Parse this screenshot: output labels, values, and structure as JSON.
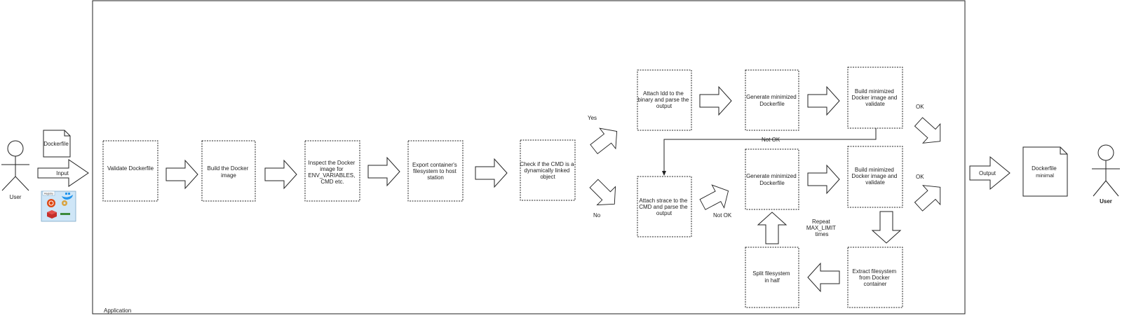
{
  "container": {
    "label": "Application"
  },
  "actors": {
    "left": {
      "label": "User"
    },
    "right": {
      "label": "User"
    }
  },
  "documents": {
    "input_doc": {
      "label": "Dockerfile"
    },
    "output_doc": {
      "lines": [
        "Dockerfile",
        "minimal"
      ]
    }
  },
  "arrow_labels": {
    "input": "Input",
    "output": "Output"
  },
  "images_panel": {
    "caption": "Registry"
  },
  "steps": {
    "validate": {
      "lines": [
        "Validate Dockerfile"
      ]
    },
    "build": {
      "lines": [
        "Build the Docker",
        "image"
      ]
    },
    "inspect": {
      "lines": [
        "Inspect the Docker",
        "image for",
        "ENV_VARIABLES,",
        "CMD etc."
      ]
    },
    "export": {
      "lines": [
        "Export container's",
        "filesystem to host",
        "station"
      ]
    },
    "check": {
      "lines": [
        "Check if the CMD is a",
        "dynamically linked",
        "object"
      ]
    },
    "ldd": {
      "lines": [
        "Attach ldd to the",
        "binary and parse the",
        "output"
      ]
    },
    "gen_top": {
      "lines": [
        "Generate minimized",
        "Dockerfile"
      ]
    },
    "build_top": {
      "lines": [
        "Build minimized",
        "Docker image and",
        "validate"
      ]
    },
    "strace": {
      "lines": [
        "Attach strace to the",
        "CMD and parse the",
        "output"
      ]
    },
    "gen_mid": {
      "lines": [
        "Generate minimized",
        "Dockerfile"
      ]
    },
    "build_mid": {
      "lines": [
        "Build minimized",
        "Docker image and",
        "validate"
      ]
    },
    "split": {
      "lines": [
        "Split filesystem",
        "in half"
      ]
    },
    "extract": {
      "lines": [
        "Extract filesystem",
        "from Docker",
        "container"
      ]
    }
  },
  "edge_labels": {
    "yes": "Yes",
    "no": "No",
    "not_ok_top": "Not OK",
    "not_ok_bottom": "Not OK",
    "ok_top": "OK",
    "ok_bottom": "OK",
    "repeat": [
      "Repeat",
      "MAX_LIMIT",
      "times"
    ]
  },
  "colors": {
    "stroke": "#222222",
    "box_fill": "#ffffff",
    "panel_fill": "#cfe6f7",
    "redis": "#c6302b",
    "ubuntu": "#dd4814",
    "docker": "#2496ed"
  }
}
